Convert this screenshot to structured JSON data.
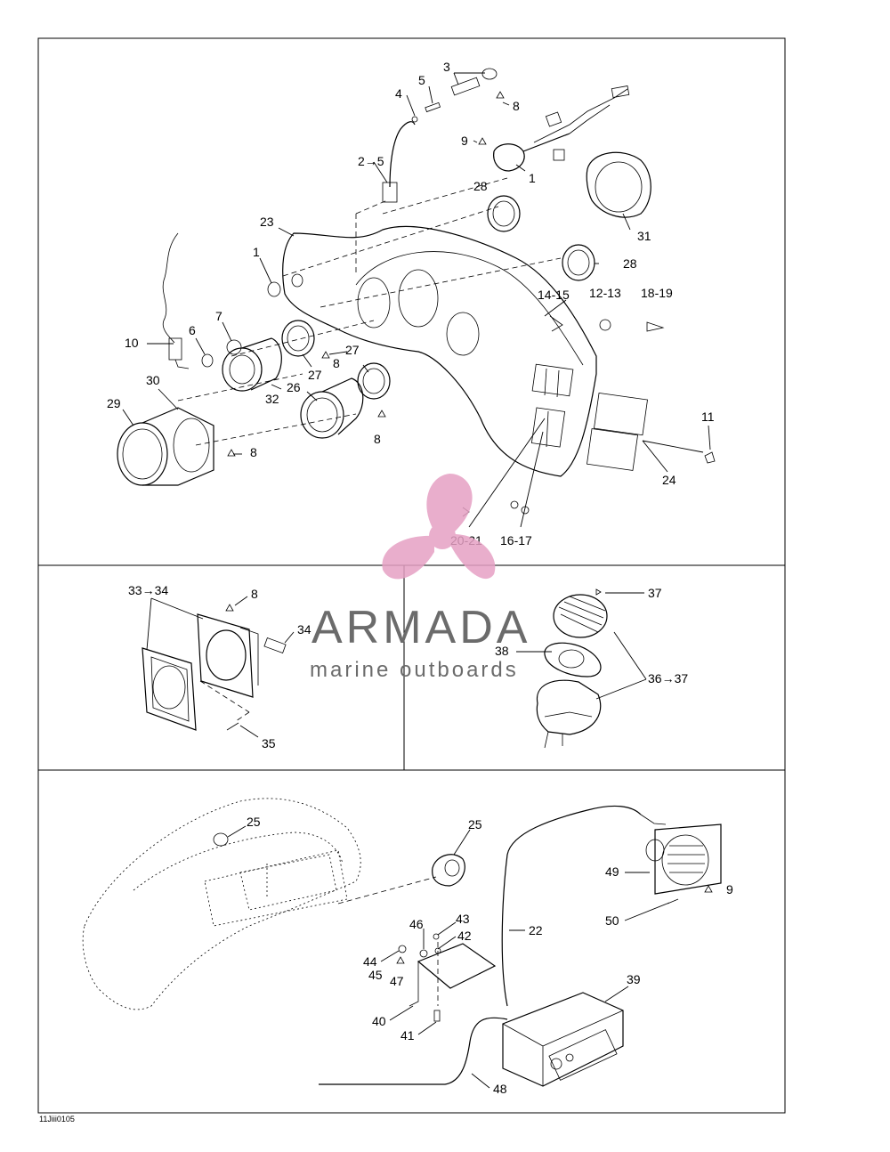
{
  "diagram_ref": "11Jiii0105",
  "watermark": {
    "brand": "ARMADA",
    "tagline": "marine outboards",
    "accent_color": "#e6a0c4",
    "text_color": "#6b6b6b"
  },
  "labels": {
    "l1a": "1",
    "l1b": "1",
    "l2": "2→5",
    "l3": "3",
    "l4": "4",
    "l5": "5",
    "l6": "6",
    "l7": "7",
    "l8a": "8",
    "l8b": "8",
    "l8c": "8",
    "l8d": "8",
    "l8e": "8",
    "l9a": "9",
    "l9b": "9",
    "l10": "10",
    "l11": "11",
    "l12": "12-13",
    "l14": "14-15",
    "l16": "16-17",
    "l18": "18-19",
    "l20": "20-21",
    "l22": "22",
    "l23": "23",
    "l24": "24",
    "l25a": "25",
    "l25b": "25",
    "l26": "26",
    "l27a": "27",
    "l27b": "27",
    "l28a": "28",
    "l28b": "28",
    "l29": "29",
    "l30": "30",
    "l31": "31",
    "l32": "32",
    "l33": "33→34",
    "l34": "34",
    "l35": "35",
    "l36": "36→37",
    "l37": "37",
    "l38": "38",
    "l39": "39",
    "l40": "40",
    "l41": "41",
    "l42": "42",
    "l43": "43",
    "l44": "44",
    "l45": "45",
    "l46": "46",
    "l47": "47",
    "l48": "48",
    "l49": "49",
    "l50": "50"
  }
}
